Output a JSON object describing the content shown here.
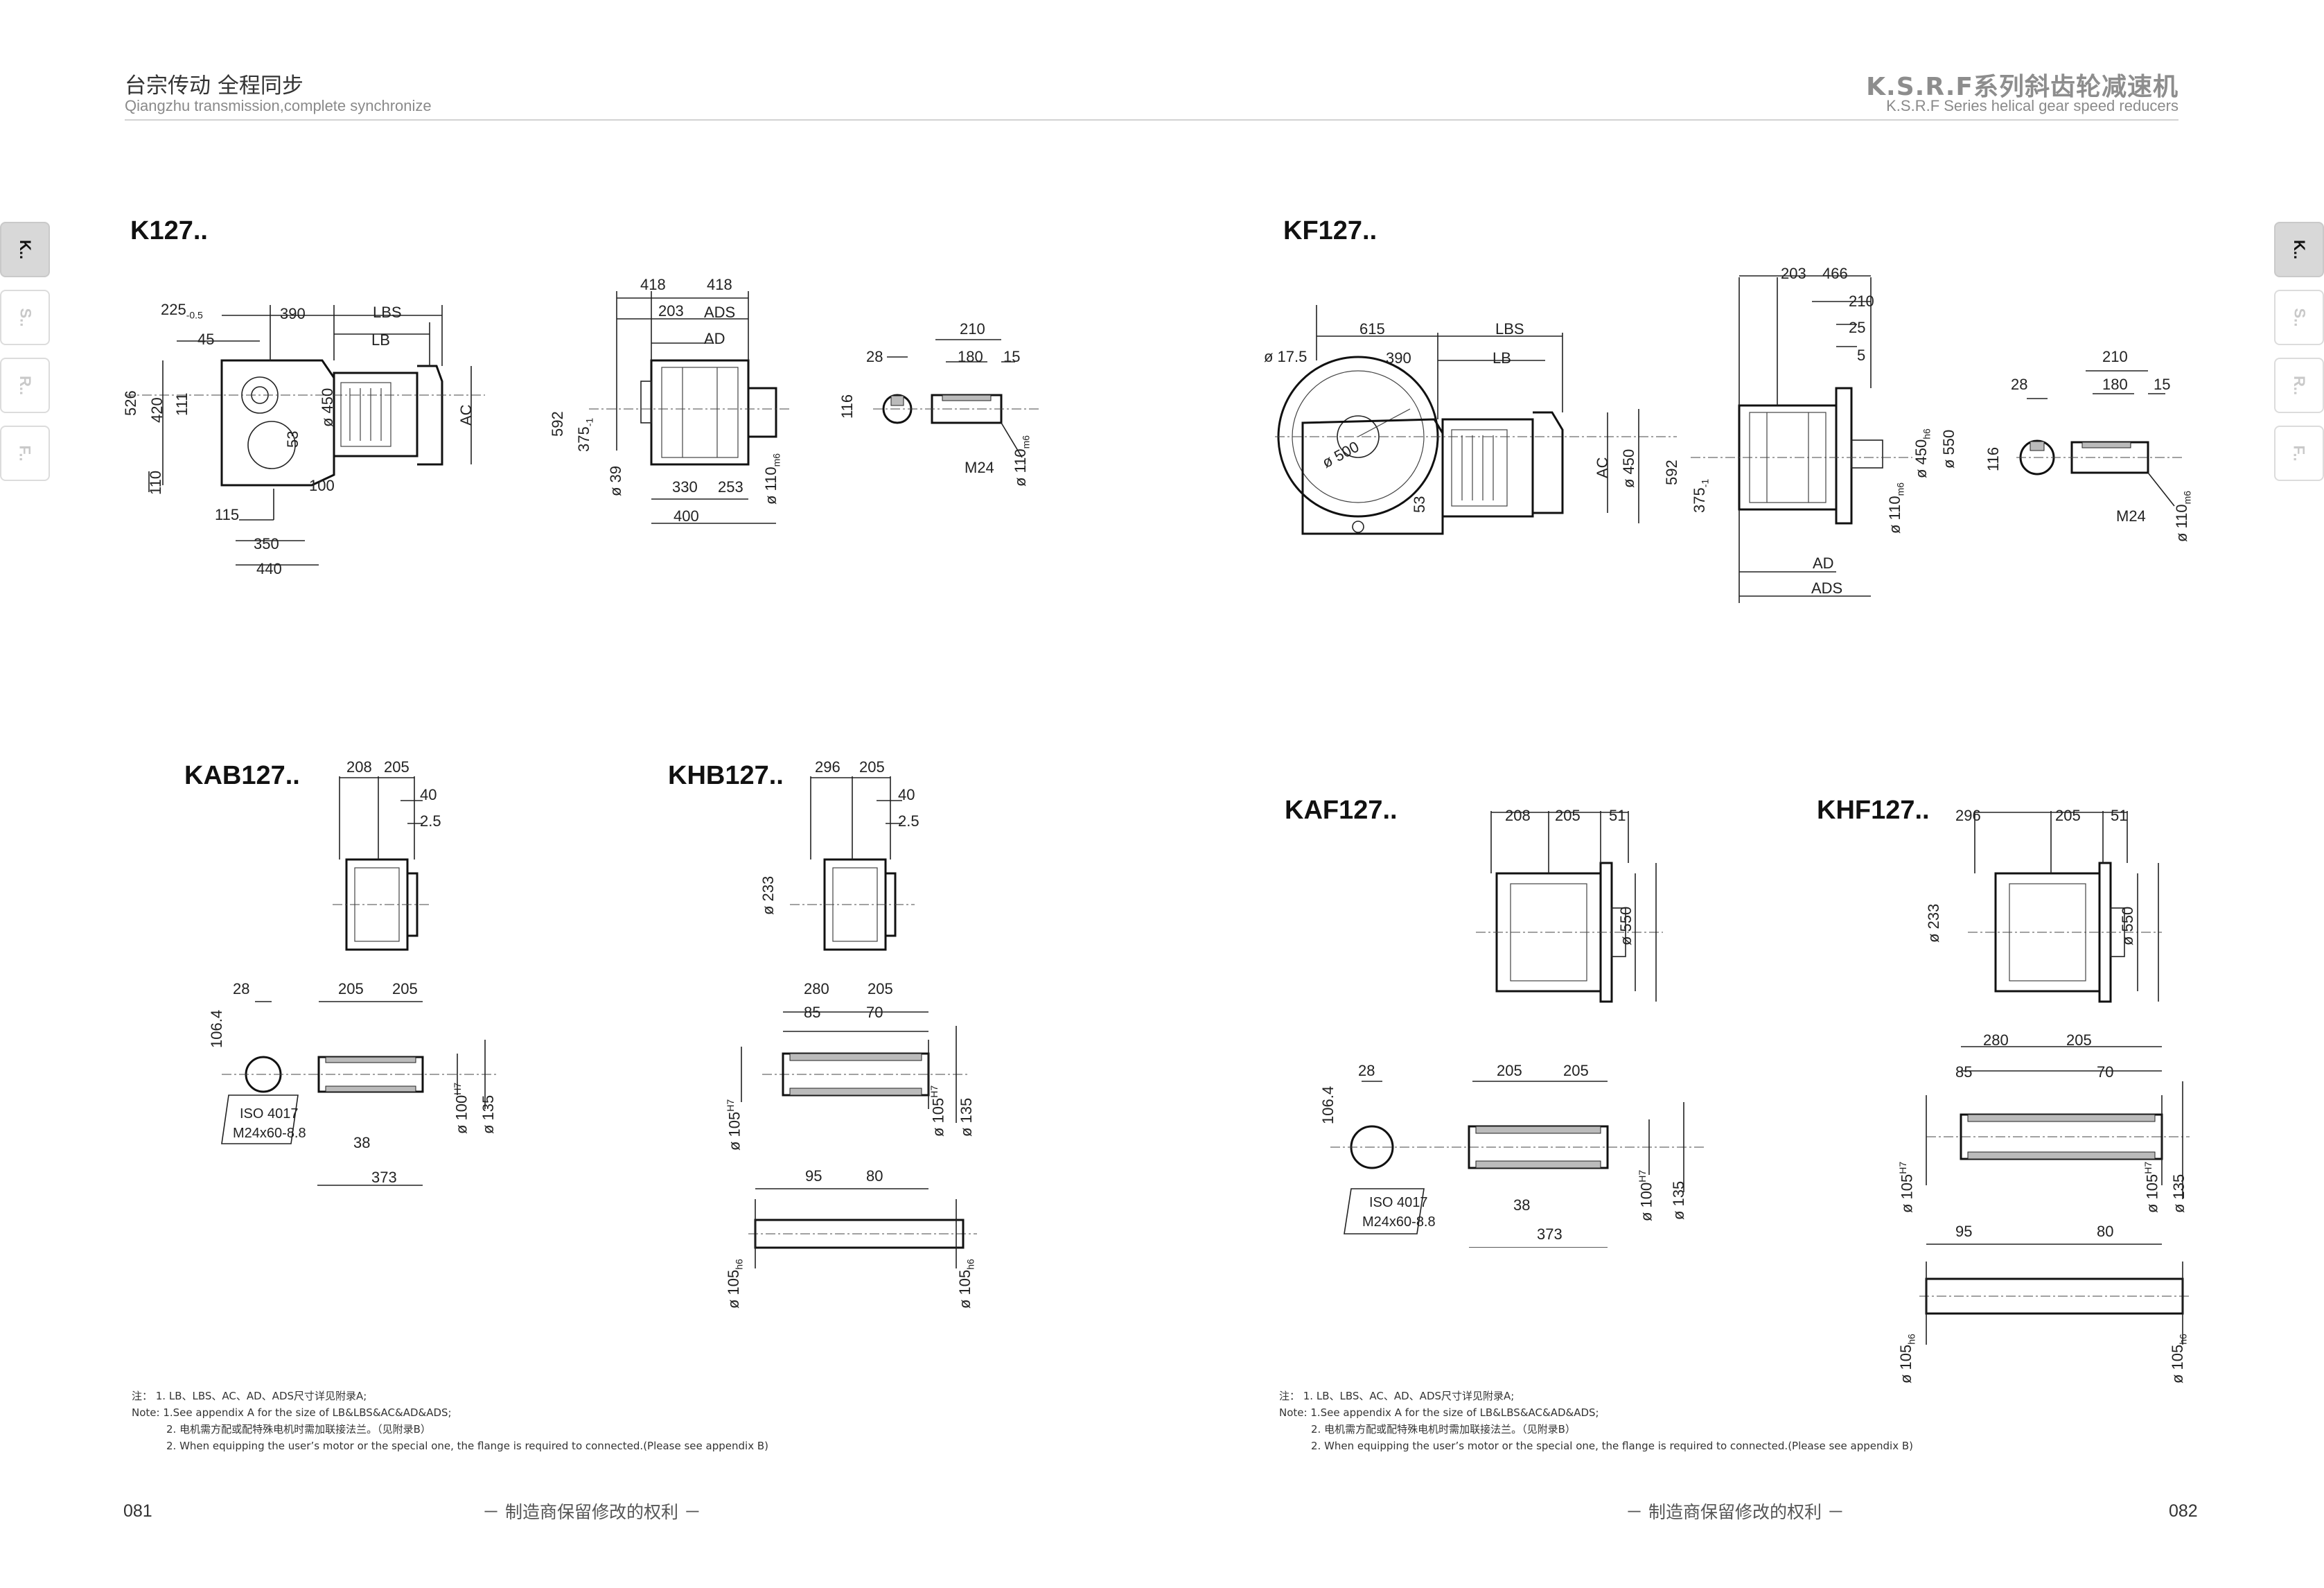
{
  "header": {
    "left_cn": "台宗传动   全程同步",
    "left_en": "Qiangzhu transmission,complete synchronize",
    "right_cn": "K.S.R.F系列斜齿轮减速机",
    "right_en": "K.S.R.F Series helical gear speed reducers"
  },
  "side_tabs": [
    "K..",
    "S..",
    "R..",
    "F.."
  ],
  "models": {
    "k127": "K127..",
    "kf127": "KF127..",
    "kab127": "KAB127..",
    "khb127": "KHB127..",
    "kaf127": "KAF127..",
    "khf127": "KHF127.."
  },
  "dims": {
    "k127_main": {
      "d225": "225",
      "tol": "-0.5",
      "d390": "390",
      "lbs": "LBS",
      "lb": "LB",
      "d45": "45",
      "d526": "526",
      "d420": "420",
      "d111": "111",
      "phi450": "ø 450",
      "d53": "53",
      "ac": "AC",
      "d110": "110",
      "d100": "100",
      "d115": "115",
      "d350": "350",
      "d440": "440"
    },
    "k127_side": {
      "d418a": "418",
      "d418b": "418",
      "d203": "203",
      "ads": "ADS",
      "ad": "AD",
      "d592": "592",
      "d375": "375",
      "tol": "-1",
      "phi39": "ø 39",
      "d330": "330",
      "d253": "253",
      "d400": "400",
      "phi110": "ø 110",
      "m6": "m6"
    },
    "k127_shaft": {
      "d210": "210",
      "d28": "28",
      "d180": "180",
      "d15": "15",
      "d116": "116",
      "m24": "M24",
      "phi110": "ø 110",
      "m6": "m6"
    },
    "kf127_main": {
      "phi17": "ø 17.5",
      "d615": "615",
      "d390": "390",
      "lbs": "LBS",
      "lb": "LB",
      "phi500": "ø 500",
      "d53": "53",
      "ac": "AC",
      "phi450": "ø 450"
    },
    "kf127_side": {
      "d203": "203",
      "d466": "466",
      "d210": "210",
      "d25": "25",
      "d5": "5",
      "d592": "592",
      "d375": "375",
      "tol": "-1",
      "phi450": "ø 450",
      "h6": "h6",
      "phi550": "ø 550",
      "phi110": "ø 110",
      "m6": "m6",
      "ad": "AD",
      "ads": "ADS"
    },
    "kf127_shaft": {
      "d210": "210",
      "d28": "28",
      "d180": "180",
      "d15": "15",
      "d116": "116",
      "m24": "M24",
      "phi110": "ø 110",
      "m6": "m6"
    },
    "kab127": {
      "d208": "208",
      "d205": "205",
      "d40": "40",
      "d25": "2.5",
      "d28": "28",
      "d205a": "205",
      "d205b": "205",
      "d1064": "106.4",
      "iso": "ISO 4017",
      "bolt": "M24x60-8.8",
      "d38": "38",
      "d373": "373",
      "phi100": "ø 100",
      "h7": "H7",
      "phi135": "ø 135"
    },
    "khb127": {
      "d296": "296",
      "d205": "205",
      "d40": "40",
      "d25": "2.5",
      "phi233": "ø 233",
      "d280": "280",
      "d205b": "205",
      "d85": "85",
      "d70": "70",
      "phi105a": "ø 105",
      "h7a": "H7",
      "phi105b": "ø 105",
      "h7b": "H7",
      "phi135": "ø 135",
      "d95": "95",
      "d80": "80",
      "phi105c": "ø 105",
      "h6a": "h6",
      "phi105d": "ø 105",
      "h6b": "h6"
    },
    "kaf127": {
      "d208": "208",
      "d205": "205",
      "d51": "51",
      "phi550": "ø 550",
      "d28": "28",
      "d205a": "205",
      "d205b": "205",
      "d1064": "106.4",
      "iso": "ISO 4017",
      "bolt": "M24x60-8.8",
      "d38": "38",
      "d373": "373",
      "phi100": "ø 100",
      "h7": "H7",
      "phi135": "ø 135"
    },
    "khf127": {
      "d296": "296",
      "d205": "205",
      "d51": "51",
      "phi233": "ø 233",
      "phi550": "ø 550",
      "d280": "280",
      "d205b": "205",
      "d85": "85",
      "d70": "70",
      "phi105a": "ø 105",
      "h7a": "H7",
      "phi105b": "ø 105",
      "h7b": "H7",
      "phi135": "ø 135",
      "d95": "95",
      "d80": "80",
      "phi105c": "ø 105",
      "h6a": "h6",
      "phi105d": "ø 105",
      "h6b": "h6"
    }
  },
  "notes": {
    "n1": "注：   1. LB、LBS、AC、AD、ADS尺寸详见附录A;",
    "n2": "Note: 1.See appendix A for the size of LB&LBS&AC&AD&ADS;",
    "n3": "2. 电机需方配或配特殊电机时需加联接法兰。（见附录B）",
    "n4": "2. When equipping the user’s motor or the special one, the flange is required to connected.(Please see appendix B)"
  },
  "footer": {
    "left_page": "081",
    "right_page": "082",
    "center_left": "－ 制造商保留修改的权利 －",
    "center_right": "－ 制造商保留修改的权利 －"
  }
}
